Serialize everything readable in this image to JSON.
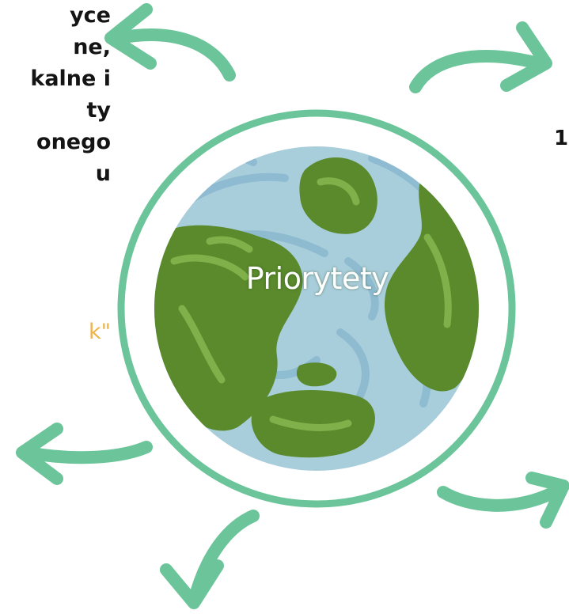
{
  "left_fragment": {
    "lines": [
      "yce",
      "ne,",
      "kalne i",
      "ty",
      "onego",
      "u",
      "",
      "",
      "k\""
    ]
  },
  "right_fragment": "1",
  "center_label": "Priorytety",
  "colors": {
    "ring": "#6cc59a",
    "arrow": "#6cc59a",
    "ocean": "#a9cedb",
    "ocean_dark": "#8ab8cf",
    "land": "#5a8a2c",
    "land_light": "#7fb04a",
    "highlight_text": "#f0b24a"
  },
  "icons": [
    "globe-icon",
    "curved-arrow-icon"
  ]
}
